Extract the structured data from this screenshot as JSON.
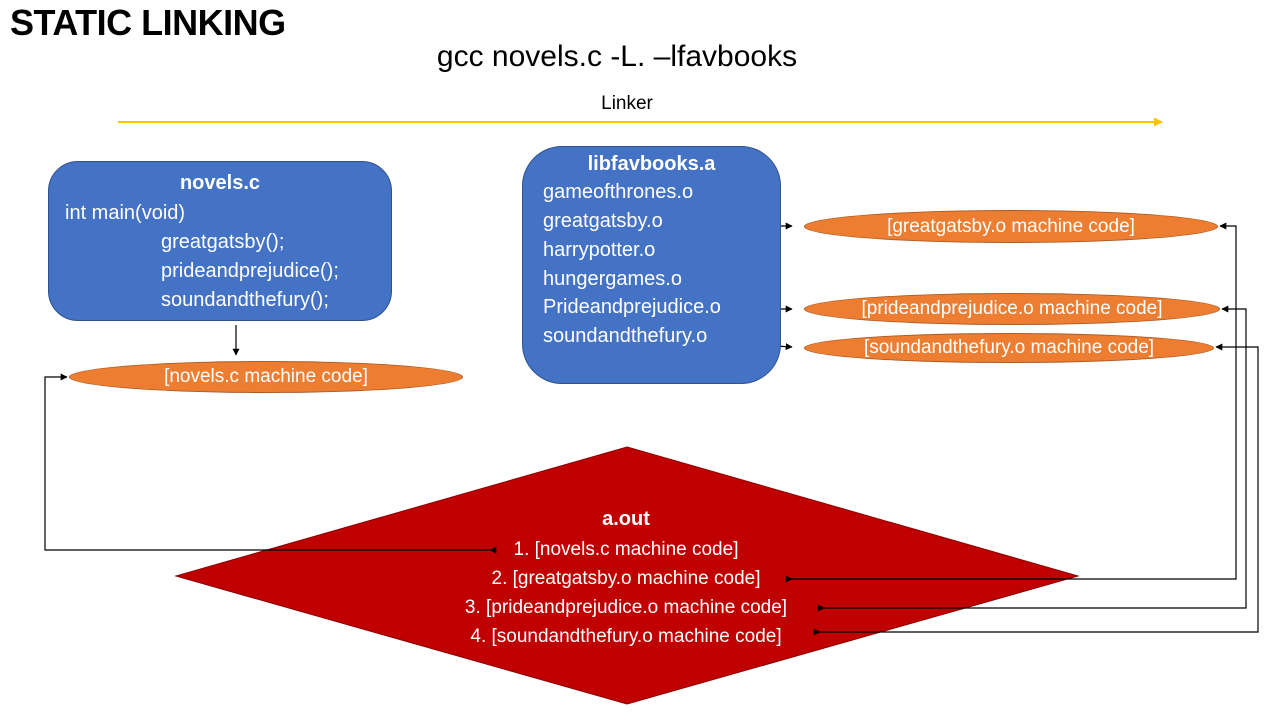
{
  "title": "STATIC LINKING",
  "command": "gcc novels.c  -L. –lfavbooks",
  "linker_label": "Linker",
  "colors": {
    "box_blue": "#4472c4",
    "oval_orange": "#ed7d31",
    "diamond_red": "#c00000",
    "linker_arrow": "#ffc000"
  },
  "source_box": {
    "title": "novels.c",
    "lines": [
      "int main(void)",
      "greatgatsby();",
      "prideandprejudice();",
      "soundandthefury();"
    ]
  },
  "source_output": "[novels.c machine code]",
  "library_box": {
    "title": "libfavbooks.a",
    "items": [
      "gameofthrones.o",
      "greatgatsby.o",
      "harrypotter.o",
      "hungergames.o",
      "Prideandprejudice.o",
      "soundandthefury.o"
    ]
  },
  "library_outputs": [
    "[greatgatsby.o machine code]",
    "[prideandprejudice.o machine code]",
    "[soundandthefury.o machine code]"
  ],
  "executable": {
    "title": "a.out",
    "lines": [
      "1. [novels.c machine code]",
      "2. [greatgatsby.o machine code]",
      "3. [prideandprejudice.o machine code]",
      "4. [soundandthefury.o machine code]"
    ]
  }
}
